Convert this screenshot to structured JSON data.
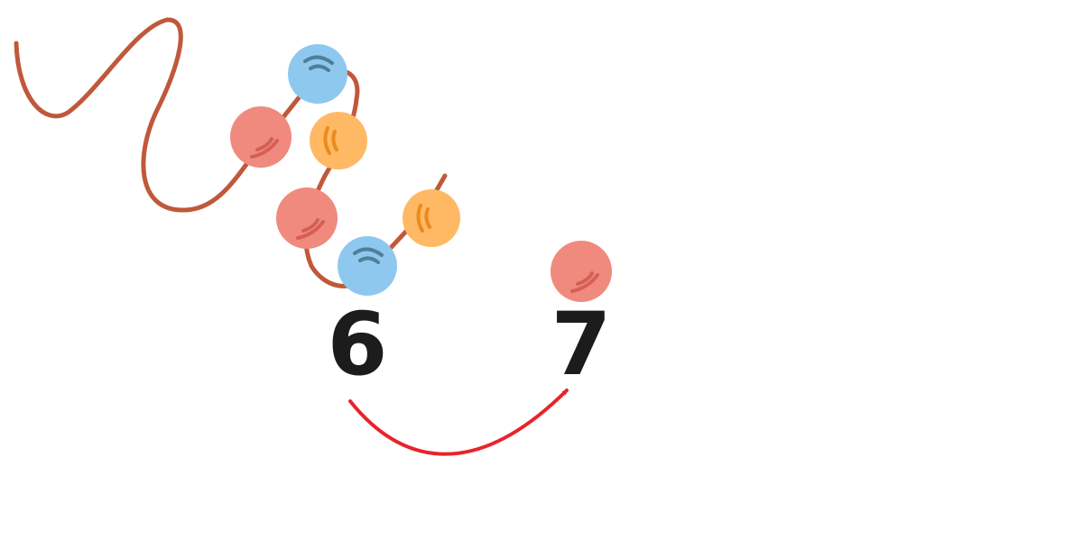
{
  "numbers": {
    "start": "6",
    "next": "7"
  },
  "beads_on_string": [
    {
      "color": "blue"
    },
    {
      "color": "red"
    },
    {
      "color": "orange"
    },
    {
      "color": "red"
    },
    {
      "color": "orange"
    },
    {
      "color": "blue"
    }
  ],
  "added_bead": {
    "color": "red"
  },
  "colors": {
    "string": "#c0583a",
    "red_bead": "#f08a7e",
    "red_bead_shine": "#d65f55",
    "blue_bead": "#8ec8ef",
    "blue_bead_shine": "#4f7e98",
    "orange_bead": "#ffb964",
    "orange_bead_shine": "#eb8a1e",
    "arrow": "#e8232b",
    "number_text": "#1c1c1c"
  },
  "icons": {
    "arrow": "curved-arrow-right-icon"
  }
}
